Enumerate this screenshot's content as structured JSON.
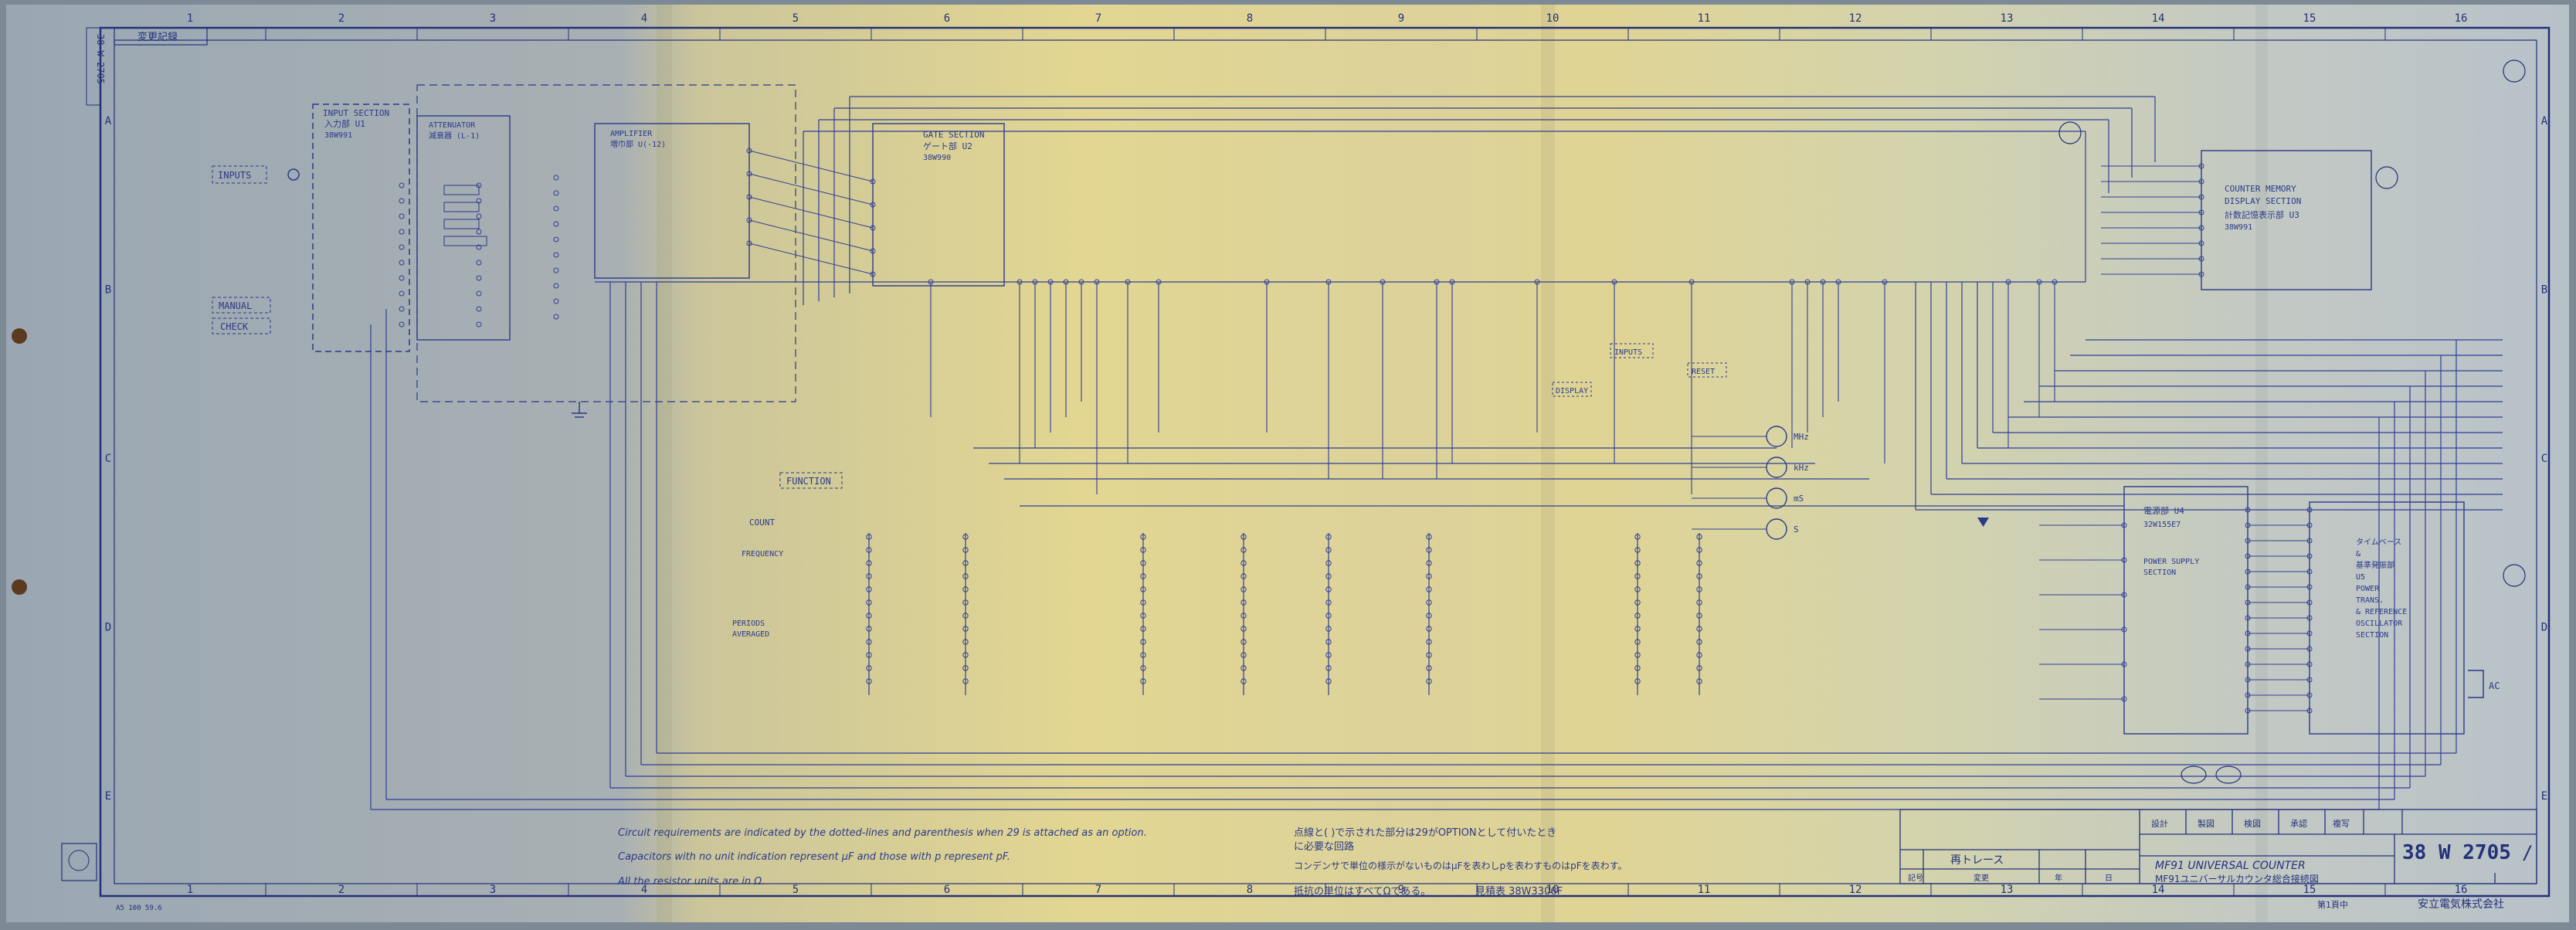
{
  "document": {
    "drawing_number": "38 W 2705",
    "drawing_number_suffix": "/",
    "company": "安立電気株式会社",
    "page_id": "第1頁中",
    "title_en": "MF91 UNIVERSAL COUNTER",
    "title_jp": "MF91ユニバーサルカウンタ総合接続図",
    "trace_label": "再トレース",
    "corner_stamp": "変更記録",
    "left_tab": "38 W 2705",
    "bottom_left_code": "A5 100 59.6"
  },
  "grid": {
    "col_labels": [
      "1",
      "2",
      "3",
      "4",
      "5",
      "6",
      "7",
      "8",
      "9",
      "10",
      "11",
      "12",
      "13",
      "14",
      "15",
      "16"
    ],
    "row_labels": [
      "A",
      "B",
      "C",
      "D",
      "E"
    ]
  },
  "blocks": {
    "input_section": [
      "INPUT SECTION",
      "入力部 U1",
      "38W991"
    ],
    "attenuator": [
      "ATTENUATOR",
      "減衰器 (L-1)"
    ],
    "amplifier": [
      "AMPLIFIER",
      "増巾部 U(-12)"
    ],
    "gate_section": [
      "GATE SECTION",
      "ゲート部 U2",
      "38W990"
    ],
    "counter_memory": [
      "COUNTER MEMORY",
      "DISPLAY SECTION",
      "計数記憶表示部 U3",
      "38W991"
    ],
    "power_supply": [
      "電源部 U4",
      "32W155E7",
      "POWER SUPPLY",
      "SECTION"
    ],
    "time_base": [
      "タイムベース",
      "&",
      "基準発振部",
      "U5",
      "POWER",
      "TRANS.",
      "& REFERENCE",
      "OSCILLATOR",
      "SECTION"
    ],
    "function": "FUNCTION",
    "inputs_tag": "INPUTS",
    "manual_tag": "MANUAL",
    "check_tag": "CHECK",
    "count_label": "COUNT",
    "frequency_label": "FREQUENCY",
    "periods_label": [
      "PERIODS",
      "AVERAGED"
    ],
    "input_tag2": "INPUTS",
    "reset_tag": "RESET",
    "display_tag": "DISPLAY",
    "ac_label": "AC",
    "lamp_labels": [
      "MHz",
      "kHz",
      "mS",
      "S"
    ]
  },
  "notes_en": [
    "Circuit requirements are indicated by the dotted-lines and parenthesis when 29 is attached as an option.",
    "Capacitors with no unit indication represent μF and those with p represent pF.",
    "All the resistor units are in Ω."
  ],
  "notes_jp": [
    "点線と( )で示された部分は29がOPTIONとして付いたとき",
    "に必要な回路",
    "コンデンサで単位の様示がないものはμFを表わしpを表わすものはpFを表わす。",
    "抵抗の単位はすべてΩである。"
  ],
  "parts_list_ref": "見積表 38W3306F",
  "title_block_cells": [
    "記号",
    "年",
    "日",
    "変更",
    "設計",
    "製図",
    "検図",
    "承認",
    "複写"
  ]
}
